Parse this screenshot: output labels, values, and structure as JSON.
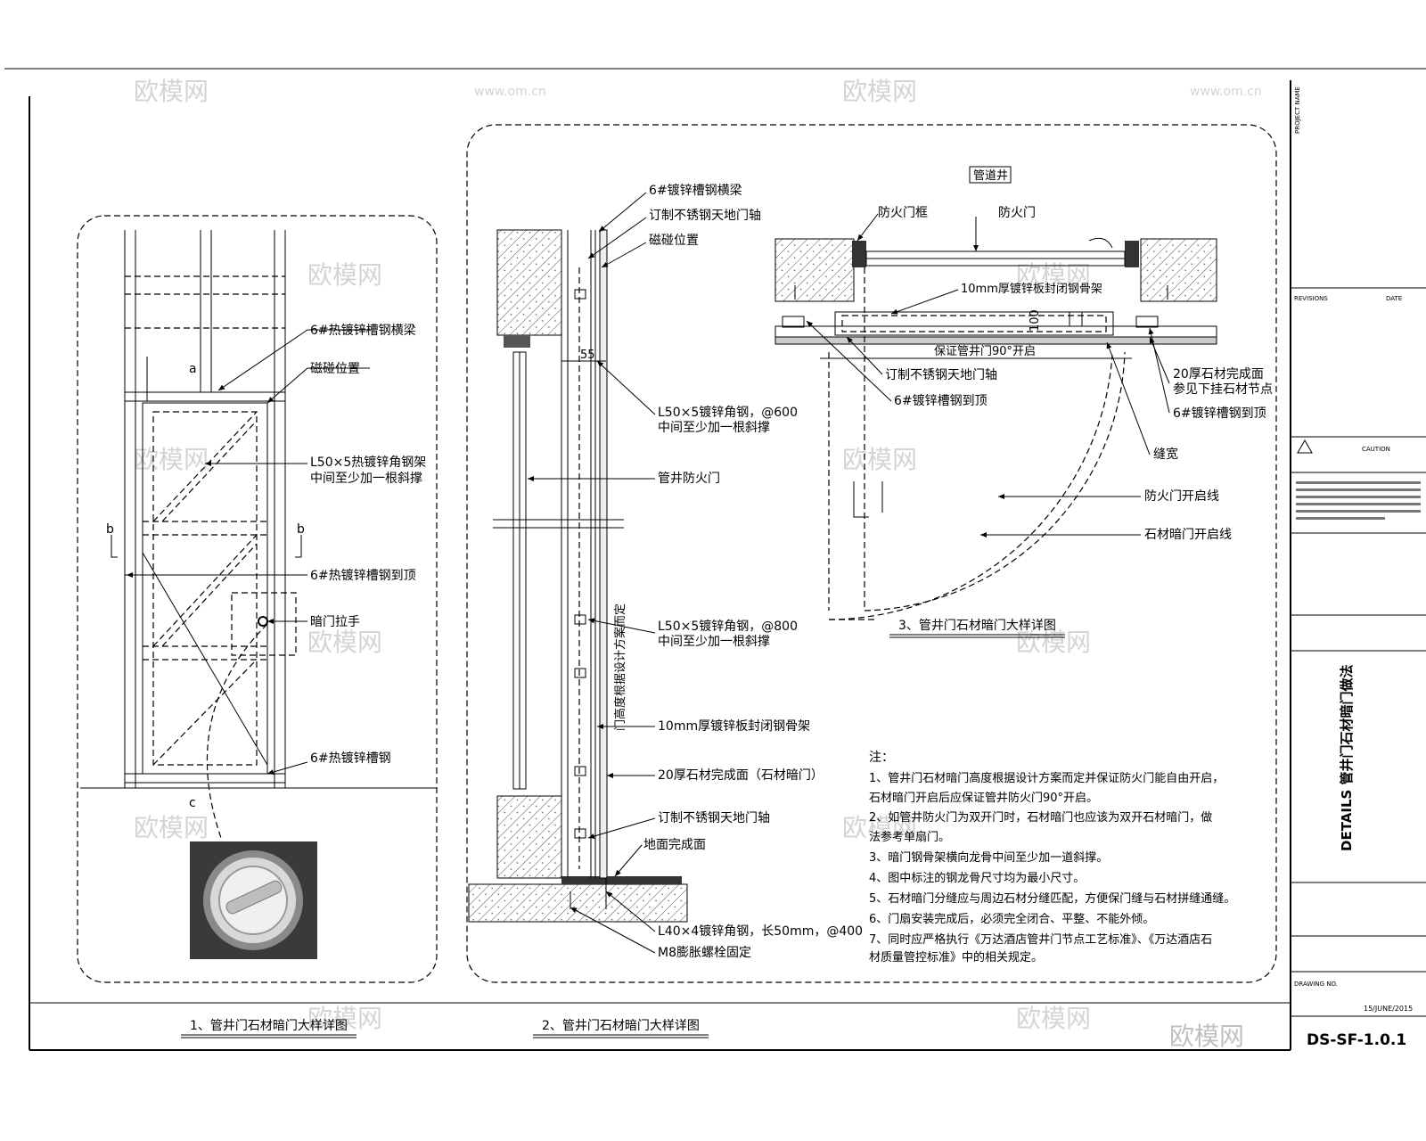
{
  "watermarks": {
    "logo": "欧模网",
    "url": "www.om.cn",
    "brand_big": "欧模网"
  },
  "drawing1": {
    "title": "1、管井门石材暗门大样详图",
    "labels": {
      "beam": "6#热镀锌槽钢横梁",
      "magnet": "磁碰位置",
      "frame_l1": "L50×5热镀锌角钢架",
      "frame_l2": "中间至少加一根斜撑",
      "post": "6#热镀锌槽钢到顶",
      "handle": "暗门拉手",
      "channel": "6#热镀锌槽钢",
      "dim_a": "a",
      "dim_b1": "b",
      "dim_b2": "b",
      "dim_c": "c"
    }
  },
  "drawing2": {
    "title": "2、管井门石材暗门大样详图",
    "labels": {
      "l1": "6#镀锌槽钢横梁",
      "l2": "订制不锈钢天地门轴",
      "l3": "磁碰位置",
      "l4a": "L50×5镀锌角钢，@600",
      "l4b": "中间至少加一根斜撑",
      "l5": "管井防火门",
      "l6a": "L50×5镀锌角钢，@800",
      "l6b": "中间至少加一根斜撑",
      "l7": "10mm厚镀锌板封闭钢骨架",
      "l8": "20厚石材完成面（石材暗门）",
      "l9": "订制不锈钢天地门轴",
      "l10": "地面完成面",
      "l11": "L40×4镀锌角钢，长50mm，@400",
      "l12": "M8膨胀螺栓固定",
      "dim_55": "55",
      "vertical_note": "门高度根据设计方案而定"
    },
    "notes": {
      "heading": "注：",
      "lines": [
        "1、管井门石材暗门高度根据设计方案而定并保证防火门能自由开启，",
        "石材暗门开启后应保证管井防火门90°开启。",
        "2、如管井防火门为双开门时，石材暗门也应该为双开石材暗门，做",
        "法参考单扇门。",
        "3、暗门钢骨架横向龙骨中间至少加一道斜撑。",
        "4、图中标注的钢龙骨尺寸均为最小尺寸。",
        "5、石材暗门分缝应与周边石材分缝匹配，方便保门缝与石材拼缝通缝。",
        "6、门扇安装完成后，必须完全闭合、平整、不能外倾。",
        "7、同时应严格执行《万达酒店管井门节点工艺标准》、《万达酒店石",
        "材质量管控标准》中的相关规定。"
      ]
    }
  },
  "drawing3": {
    "title": "3、管井门石材暗门大样详图",
    "tag": "管道井",
    "labels": {
      "frame": "防火门框",
      "door": "防火门",
      "plate": "10mm厚镀锌板封闭钢骨架",
      "dim_100": "100",
      "guarantee": "保证管井门90°开启",
      "pivot": "订制不锈钢天地门轴",
      "ch_top": "6#镀锌槽钢到顶",
      "stone_a": "20厚石材完成面",
      "stone_b": "参见下挂石材节点",
      "ch_right": "6#镀锌槽钢到顶",
      "gap": "缝宽",
      "fd_arc": "防火门开启线",
      "stone_arc": "石材暗门开启线"
    }
  },
  "title_block": {
    "project_name": "PROJECT NAME",
    "revision": "REVISIONS",
    "date": "DATE",
    "caution": "CAUTION",
    "drawing_title": "DETAILS 管井门石材暗门做法",
    "drawing_no_label": "DRAWING NO.",
    "drawing_date": "15/JUNE/2015",
    "drawing_no": "DS-SF-1.0.1"
  }
}
